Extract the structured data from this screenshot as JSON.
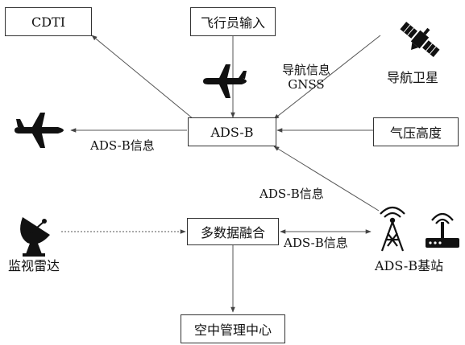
{
  "nodes": {
    "cdti": "CDTI",
    "pilot_input": "飞行员输入",
    "adsb": "ADS-B",
    "pressure_altitude": "气压高度",
    "fusion": "多数据融合",
    "atc_center": "空中管理中心"
  },
  "icon_labels": {
    "nav_satellite": "导航卫星",
    "surveillance_radar": "监视雷达",
    "adsb_ground_station": "ADS-B基站"
  },
  "edge_labels": {
    "nav_info_line1": "导航信息",
    "nav_info_line2": "GNSS",
    "adsb_info_left": "ADS-B信息",
    "adsb_info_station": "ADS-B信息",
    "adsb_info_fusion": "ADS-B信息"
  },
  "icons": [
    "airplane-icon",
    "airplane-icon",
    "satellite-icon",
    "radar-dish-icon",
    "radio-tower-icon",
    "router-icon"
  ]
}
